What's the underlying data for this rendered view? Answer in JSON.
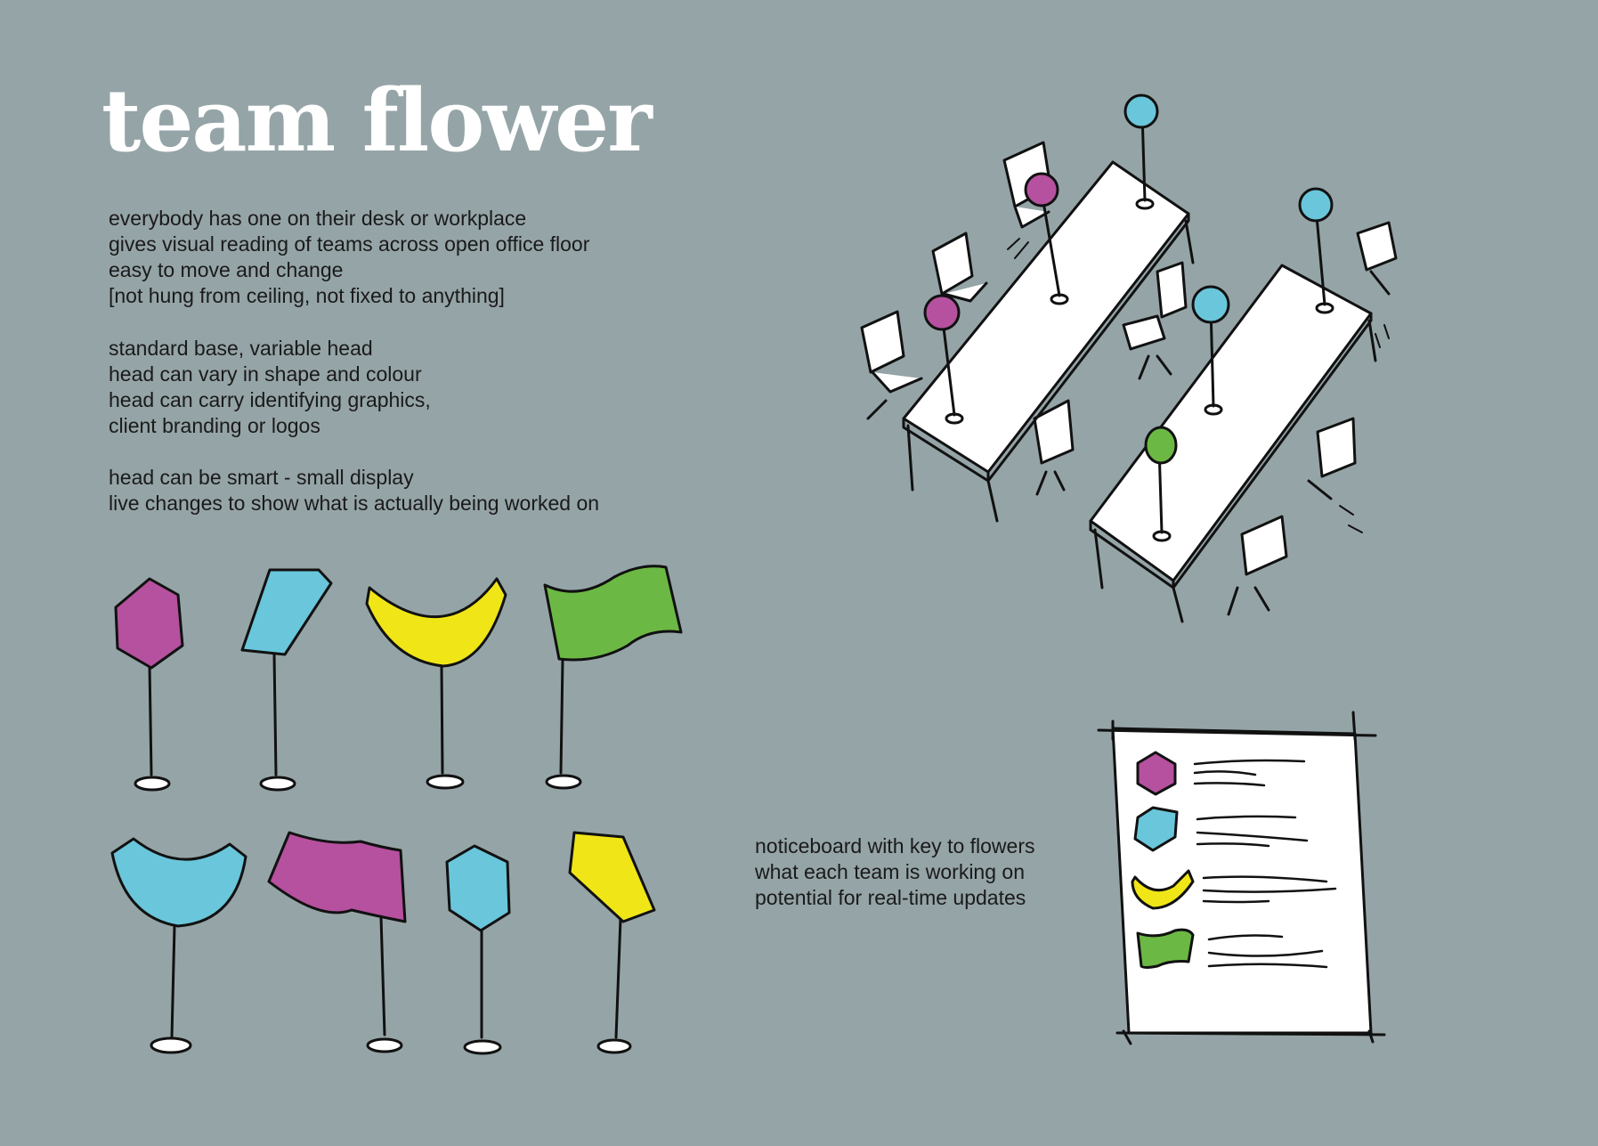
{
  "title": "team flower",
  "description_blocks": [
    {
      "lines": [
        "everybody has one on their desk or workplace",
        "gives visual reading of teams across open office floor",
        "easy to move and change",
        "[not hung from ceiling, not fixed to anything]"
      ]
    },
    {
      "lines": [
        "standard base, variable head",
        "head can vary in shape and colour",
        "head can carry identifying graphics,",
        "client branding or logos"
      ]
    },
    {
      "lines": [
        "head can be smart - small display",
        "live changes to show what is actually being worked on"
      ]
    }
  ],
  "noticeboard_caption": {
    "lines": [
      "noticeboard with key to flowers",
      "what each team is working on",
      "potential for real-time updates"
    ]
  },
  "colors": {
    "background": "#95a4a7",
    "purple": "#b5519e",
    "blue": "#6ac6da",
    "yellow": "#f0e617",
    "green": "#6cb844",
    "ink": "#111111"
  },
  "flower_variants": [
    {
      "shape": "hexagon",
      "color": "purple"
    },
    {
      "shape": "parallelogram",
      "color": "blue"
    },
    {
      "shape": "crescent",
      "color": "yellow"
    },
    {
      "shape": "flag",
      "color": "green"
    },
    {
      "shape": "crescent",
      "color": "blue"
    },
    {
      "shape": "flag",
      "color": "purple"
    },
    {
      "shape": "hexagon",
      "color": "blue"
    },
    {
      "shape": "parallelogram",
      "color": "yellow"
    }
  ],
  "noticeboard_key": [
    {
      "shape": "hexagon",
      "color": "purple"
    },
    {
      "shape": "hexagon",
      "color": "blue"
    },
    {
      "shape": "crescent",
      "color": "yellow"
    },
    {
      "shape": "flag",
      "color": "green"
    }
  ]
}
